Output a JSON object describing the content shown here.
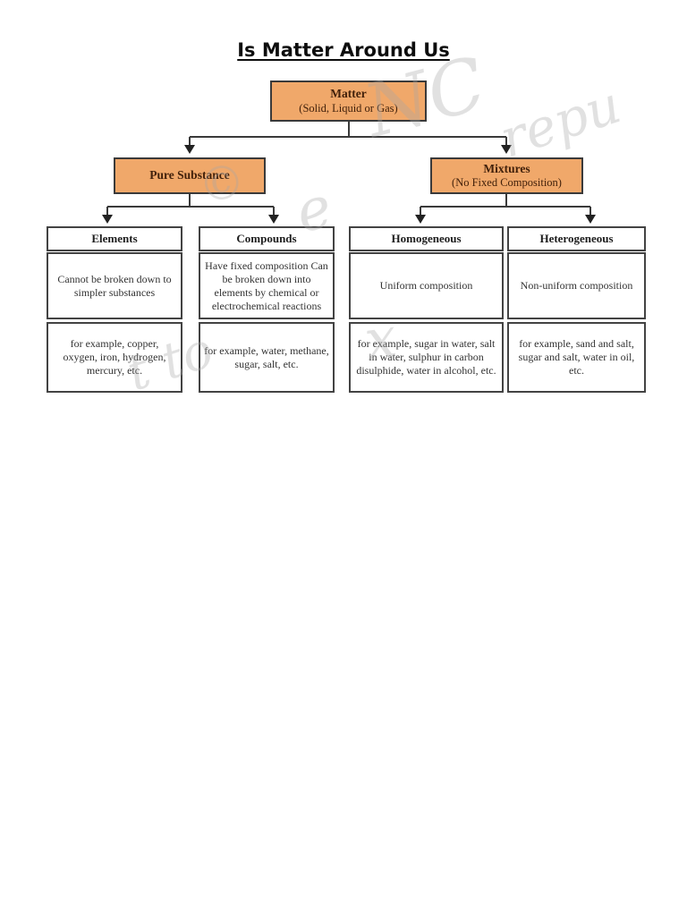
{
  "page": {
    "title": "Is Matter Around Us"
  },
  "colors": {
    "node_fill": "#f0a86a",
    "node_border": "#3a3a3a",
    "cell_border": "#434343",
    "node_text": "#42210b",
    "body_text": "#333333",
    "background": "#ffffff"
  },
  "tree": {
    "root": {
      "title": "Matter",
      "subtitle": "(Solid, Liquid or Gas)"
    },
    "level2": [
      {
        "title": "Pure Substance",
        "subtitle": ""
      },
      {
        "title": "Mixtures",
        "subtitle": "(No Fixed Composition)"
      }
    ],
    "leaves": [
      {
        "title": "Elements",
        "description": "Cannot be broken down to simpler substances",
        "examples": "for example, copper, oxygen, iron, hydrogen, mercury, etc."
      },
      {
        "title": "Compounds",
        "description": "Have fixed composition Can be broken down into elements by chemical  or electrochemical reactions",
        "examples": "for example, water, methane, sugar, salt, etc."
      },
      {
        "title": "Homogeneous",
        "description": "Uniform composition",
        "examples": "for example, sugar in water, salt in water, sulphur in carbon disulphide, water in alcohol, etc."
      },
      {
        "title": "Heterogeneous",
        "description": "Non-uniform composition",
        "examples": "for example, sand and salt, sugar and salt, water in oil, etc."
      }
    ]
  },
  "watermark": {
    "fragments": [
      "NC",
      "repu",
      "©",
      "e",
      "t to",
      "x"
    ]
  }
}
